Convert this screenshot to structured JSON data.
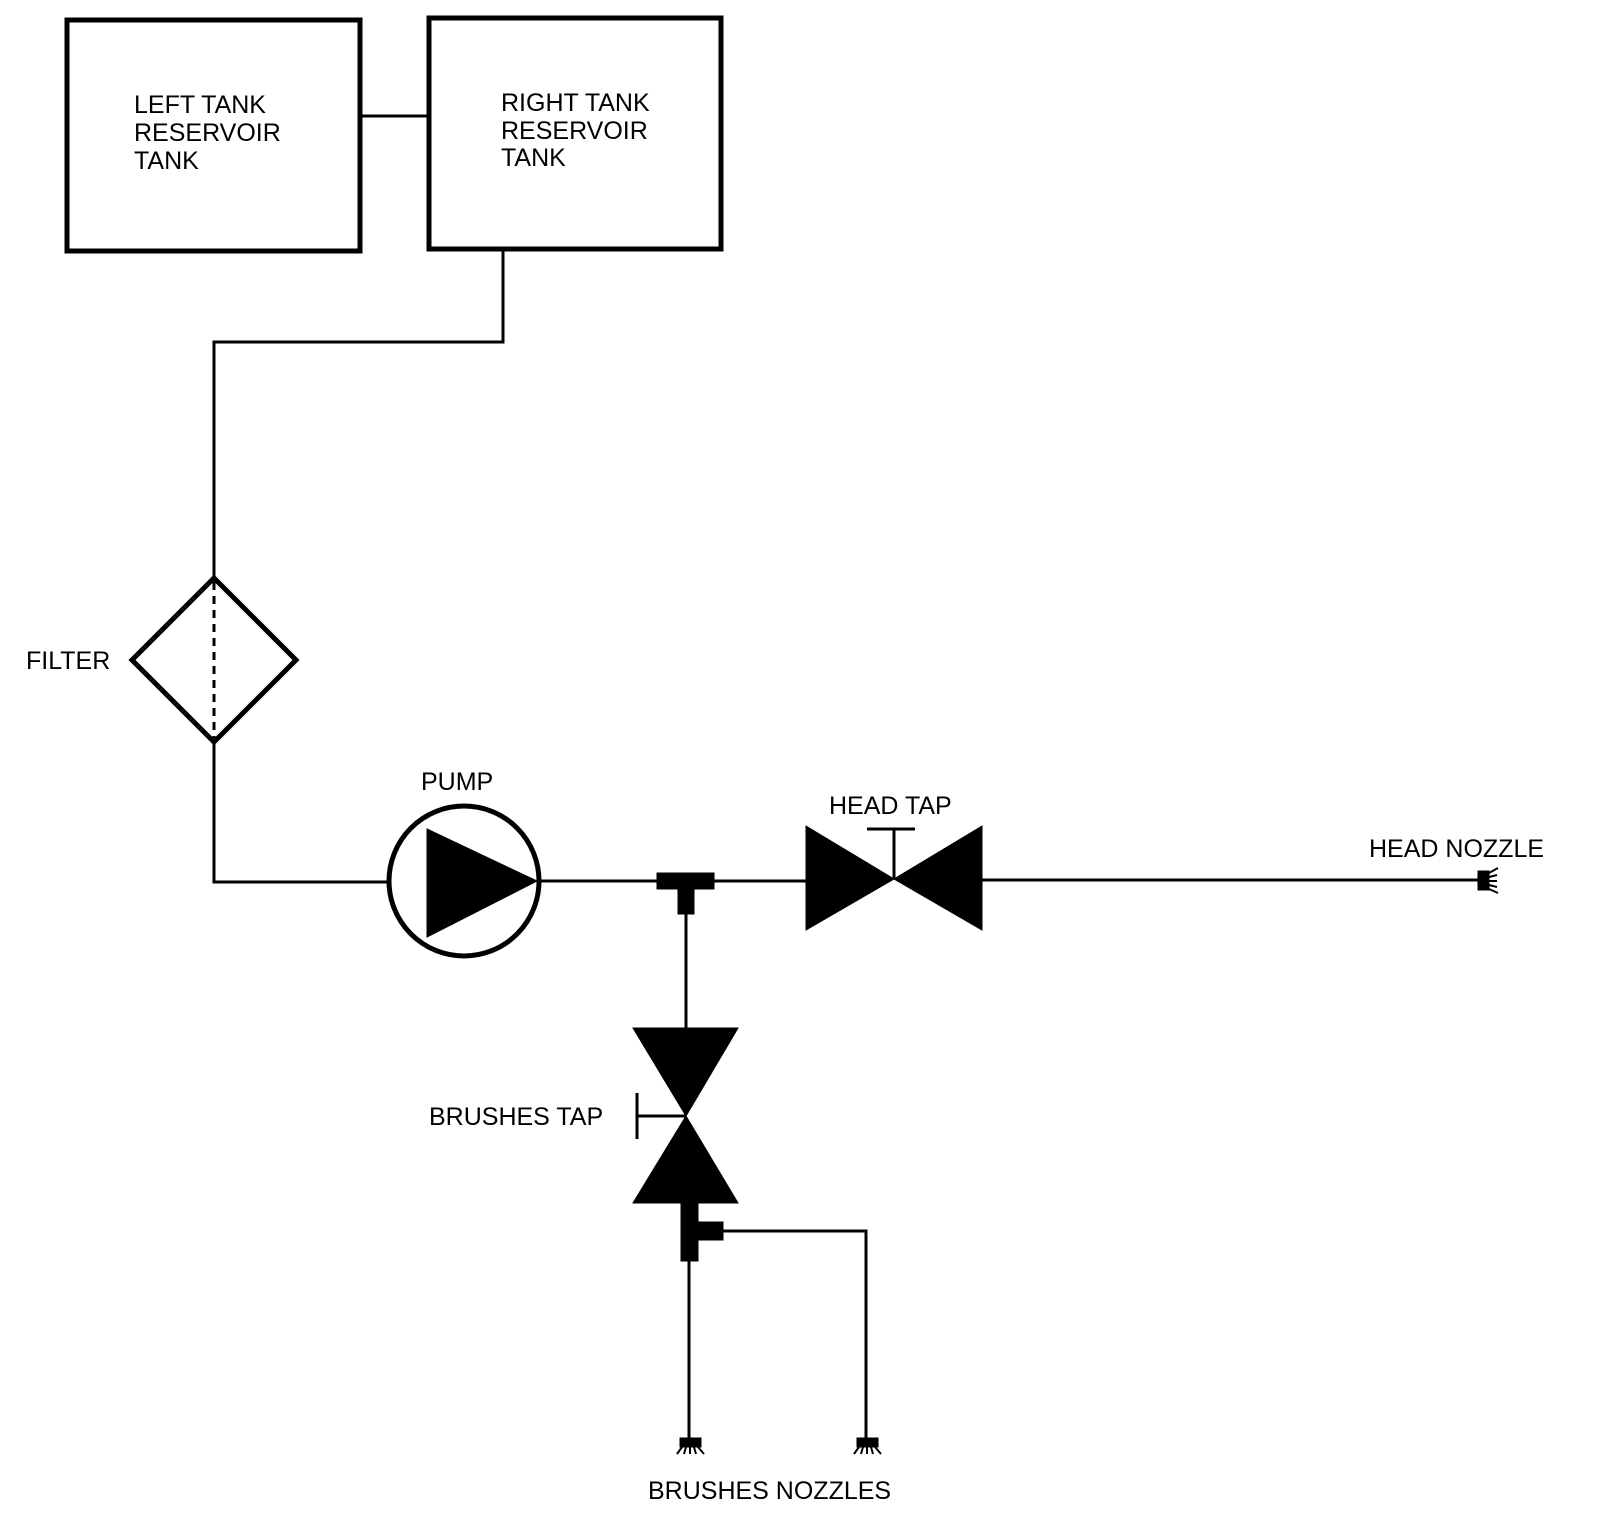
{
  "diagram": {
    "type": "hydraulic-schematic",
    "colors": {
      "line": "#000000",
      "background": "#ffffff"
    },
    "components": {
      "left_tank": {
        "lines": [
          "LEFT TANK",
          "RESERVOIR",
          "TANK"
        ]
      },
      "right_tank": {
        "lines": [
          "RIGHT TANK",
          "RESERVOIR",
          "TANK"
        ]
      },
      "filter": {
        "label": "FILTER"
      },
      "pump": {
        "label": "PUMP"
      },
      "head_tap": {
        "label": "HEAD TAP"
      },
      "head_nozzle": {
        "label": "HEAD NOZZLE"
      },
      "brushes_tap": {
        "label": "BRUSHES TAP"
      },
      "brushes_nozzles": {
        "label": "BRUSHES NOZZLES"
      }
    },
    "connections": [
      [
        "left_tank",
        "right_tank"
      ],
      [
        "right_tank",
        "filter"
      ],
      [
        "filter",
        "pump"
      ],
      [
        "pump",
        "tee_1"
      ],
      [
        "tee_1",
        "head_tap"
      ],
      [
        "head_tap",
        "head_nozzle"
      ],
      [
        "tee_1",
        "brushes_tap"
      ],
      [
        "brushes_tap",
        "tee_2"
      ],
      [
        "tee_2",
        "brushes_nozzle_1"
      ],
      [
        "tee_2",
        "brushes_nozzle_2"
      ]
    ]
  }
}
